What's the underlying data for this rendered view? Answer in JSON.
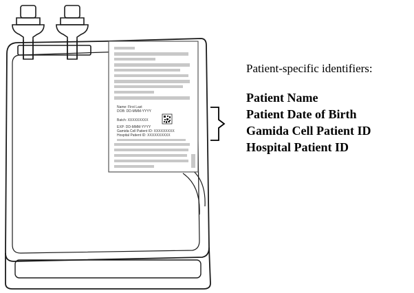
{
  "callout": {
    "title": "Patient-specific identifiers:",
    "identifiers": [
      "Patient Name",
      "Patient Date of Birth",
      "Gamida Cell Patient ID",
      "Hospital Patient ID"
    ]
  },
  "label": {
    "name_line": "Name: First Last",
    "dob_line": "DOB: DD-MMM-YYYY",
    "batch_line": "Batch: XXXXXXXXX",
    "exp_line": "EXP: DD-MMM-YYYY",
    "gamida_line": "Gamida Cell Patient ID: XXXXXXXXX",
    "hospital_line": "Hospital Patient ID: XXXXXXXXXX"
  },
  "colors": {
    "outline": "#1a1a1a",
    "label_text_bar": "#c8c8c8",
    "label_border": "#555555"
  }
}
